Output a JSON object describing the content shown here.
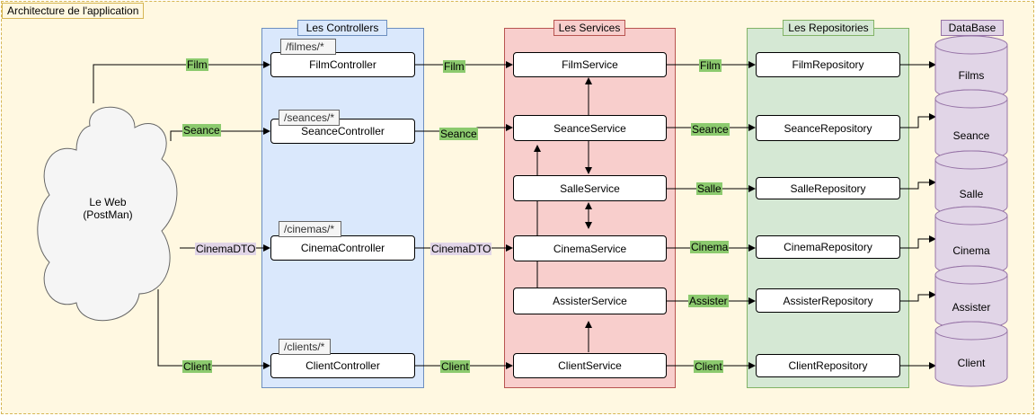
{
  "diagram": {
    "title": "Architecture de l'application",
    "web": {
      "line1": "Le Web",
      "line2": "(PostMan)"
    },
    "columns": {
      "controllers": "Les Controllers",
      "services": "Les Services",
      "repositories": "Les Repositories",
      "database": "DataBase"
    },
    "controllers": [
      {
        "name": "FilmController",
        "path": "/filmes/*"
      },
      {
        "name": "SeanceController",
        "path": "/seances/*"
      },
      {
        "name": "CinemaController",
        "path": "/cinemas/*"
      },
      {
        "name": "ClientController",
        "path": "/clients/*"
      }
    ],
    "services": [
      "FilmService",
      "SeanceService",
      "SalleService",
      "CinemaService",
      "AssisterService",
      "ClientService"
    ],
    "repositories": [
      "FilmRepository",
      "SeanceRepository",
      "SalleRepository",
      "CinemaRepository",
      "AssisterRepository",
      "ClientRepository"
    ],
    "tables": [
      "Films",
      "Seance",
      "Salle",
      "Cinema",
      "Assister",
      "Client"
    ],
    "labels": {
      "web_ctrl": [
        "Film",
        "Seance",
        "CinemaDTO",
        "Client"
      ],
      "ctrl_svc": [
        "Film",
        "Seance",
        "CinemaDTO",
        "Client"
      ],
      "svc_repo": [
        "Film",
        "Seance",
        "Salle",
        "Cinema",
        "Assister",
        "Client"
      ]
    }
  }
}
